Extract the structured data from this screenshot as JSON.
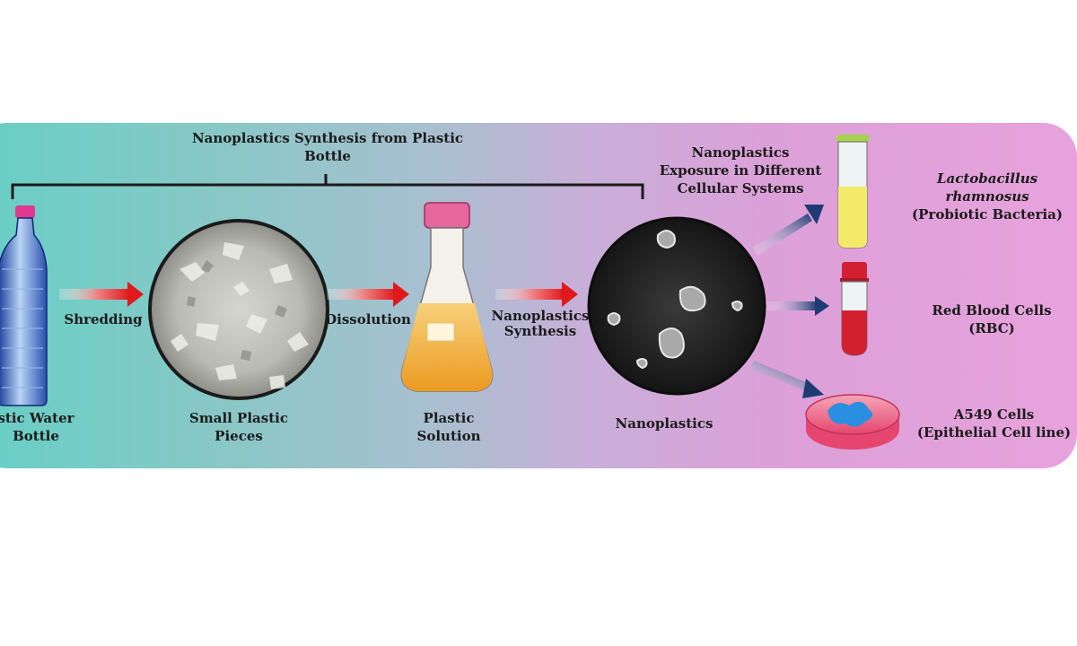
{
  "title": {
    "line1": "Nanoplastics Synthesis from Plastic",
    "line2": "Bottle"
  },
  "exposure": {
    "line1": "Nanoplastics",
    "line2": "Exposure in Different",
    "line3": "Cellular Systems"
  },
  "steps": [
    {
      "line1": "stic Water",
      "line2": "Bottle"
    },
    {
      "line1": "Small Plastic",
      "line2": "Pieces"
    },
    {
      "line1": "Plastic",
      "line2": "Solution"
    },
    {
      "line1": "Nanoplastics"
    }
  ],
  "arrows": [
    {
      "label1": "Shredding"
    },
    {
      "label1": "Dissolution"
    },
    {
      "label1": "Nanoplastics",
      "label2": "Synthesis"
    }
  ],
  "targets": [
    {
      "line1": "Lactobacillus",
      "line2": "rhamnosus",
      "line3": "(Probiotic Bacteria)"
    },
    {
      "line1": "Red Blood Cells",
      "line2": "(RBC)"
    },
    {
      "line1": "A549 Cells",
      "line2": "(Epithelial Cell line)"
    }
  ],
  "colors": {
    "arrow_red": "#e0191c",
    "exposure_arrow": "#1f3b73",
    "bottle_cap": "#e0388f",
    "flask_liquid": "#f0a531",
    "rbc_red": "#d22030",
    "bacteria_yellow": "#f3ea6a",
    "epithelial_blue": "#2a8fe0"
  }
}
